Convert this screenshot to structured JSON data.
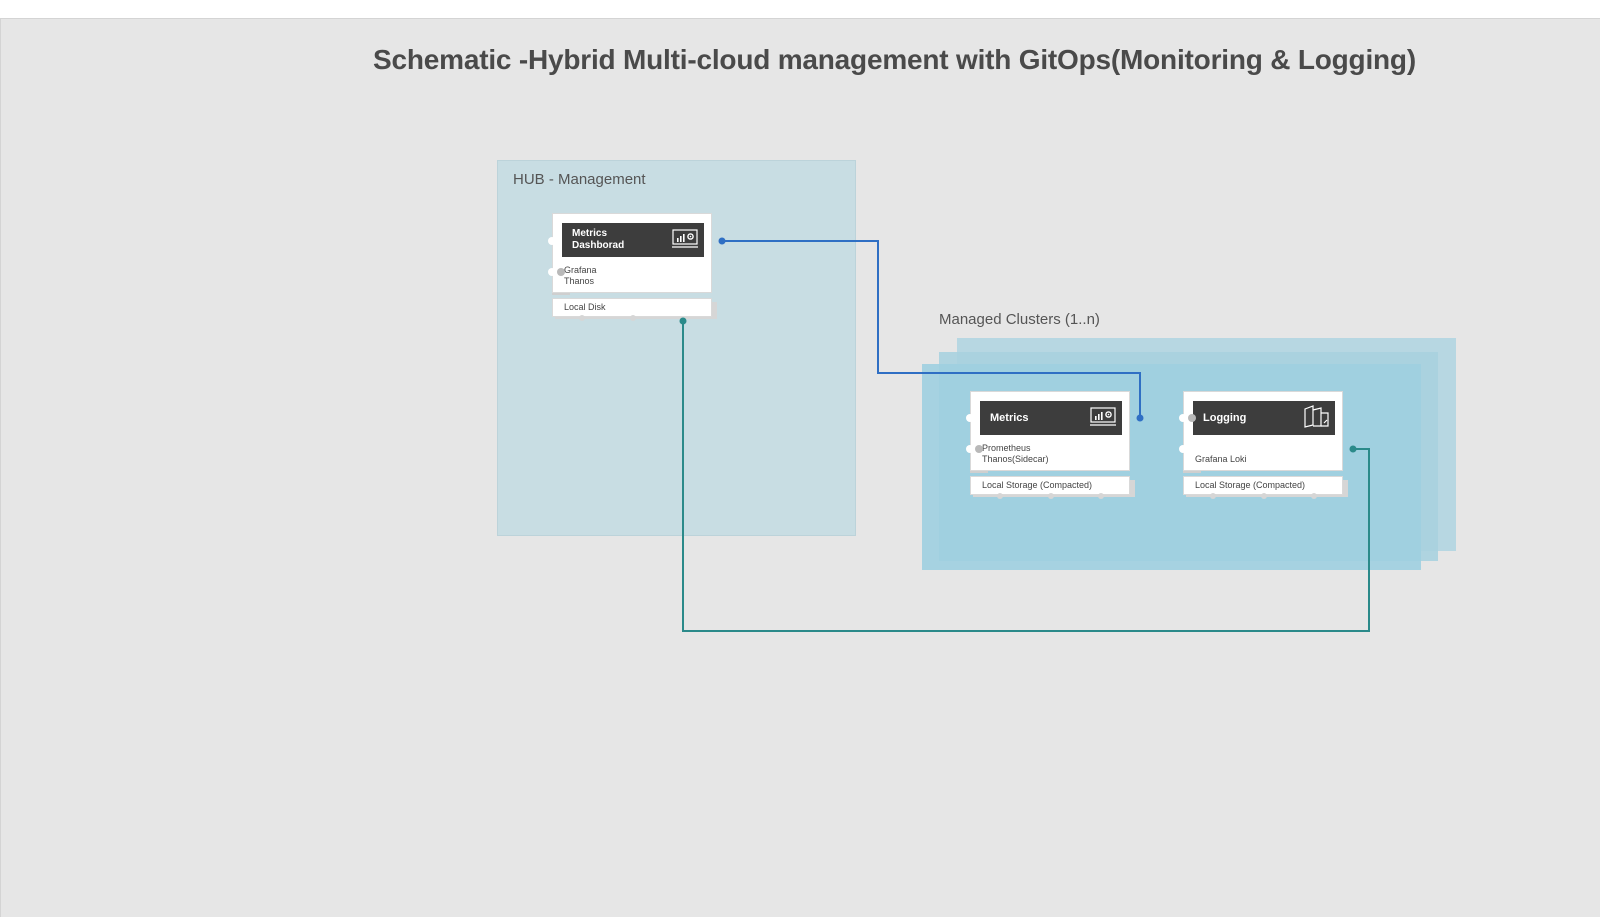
{
  "title": "Schematic -Hybrid Multi-cloud management with GitOps(Monitoring & Logging)",
  "regions": {
    "hub": {
      "label": "HUB - Management"
    },
    "managed": {
      "label": "Managed Clusters (1..n)"
    }
  },
  "nodes": {
    "metrics_dashboard": {
      "header_line1": "Metrics",
      "header_line2": "Dashborad",
      "sub_line1": "Grafana",
      "sub_line2": "Thanos",
      "footer": "Local Disk",
      "icon": "dashboard-chart-gear-icon"
    },
    "metrics": {
      "header": "Metrics",
      "sub_line1": "Prometheus",
      "sub_line2": "Thanos(Sidecar)",
      "footer": "Local Storage (Compacted)",
      "icon": "dashboard-chart-gear-icon"
    },
    "logging": {
      "header": "Logging",
      "sub_line1": "",
      "sub_line2": "Grafana Loki",
      "footer": "Local Storage (Compacted)",
      "icon": "documents-icon"
    }
  },
  "connections": [
    {
      "from": "metrics_dashboard",
      "to": "metrics",
      "color": "#2f6fc4"
    },
    {
      "from": "metrics_dashboard",
      "to": "logging",
      "color": "#2b8a8a"
    }
  ],
  "colors": {
    "canvas": "#e6e6e6",
    "hub_region": "#c8dde3",
    "managed_region": "#9fcfe0",
    "node_header": "#3d3d3d",
    "metrics_link": "#2f6fc4",
    "logging_link": "#2b8a8a"
  }
}
